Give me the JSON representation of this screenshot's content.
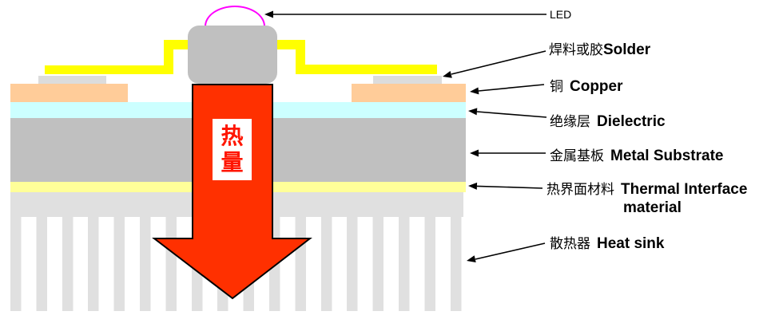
{
  "heat_arrow": {
    "top_char": "热",
    "bottom_char": "量"
  },
  "labels": {
    "led": {
      "en": "LED"
    },
    "solder": {
      "zh": "焊料或胶",
      "en": "Solder"
    },
    "copper": {
      "zh": "铜",
      "en": "Copper"
    },
    "dielectric": {
      "zh": "绝缘层",
      "en": "Dielectric"
    },
    "metal_substrate": {
      "zh": "金属基板",
      "en": "Metal Substrate"
    },
    "thermal_interface": {
      "zh": "热界面材料",
      "en": "Thermal Interface",
      "en_line2": "material"
    },
    "heat_sink": {
      "zh": "散热器",
      "en": "Heat sink"
    }
  },
  "colors": {
    "trace": "#FFFF00",
    "solder": "#DCDCDC",
    "copper": "#FFCC99",
    "dielectric": "#CCFFFF",
    "substrate": "#C0C0C0",
    "package": "#C0C0C0",
    "tim": "#FFFF99",
    "heatsink": "#E0E0E0",
    "arrow": "#FF3000",
    "dome": "#FF00FF",
    "heat-text": "#FF1500",
    "line": "#000000"
  }
}
